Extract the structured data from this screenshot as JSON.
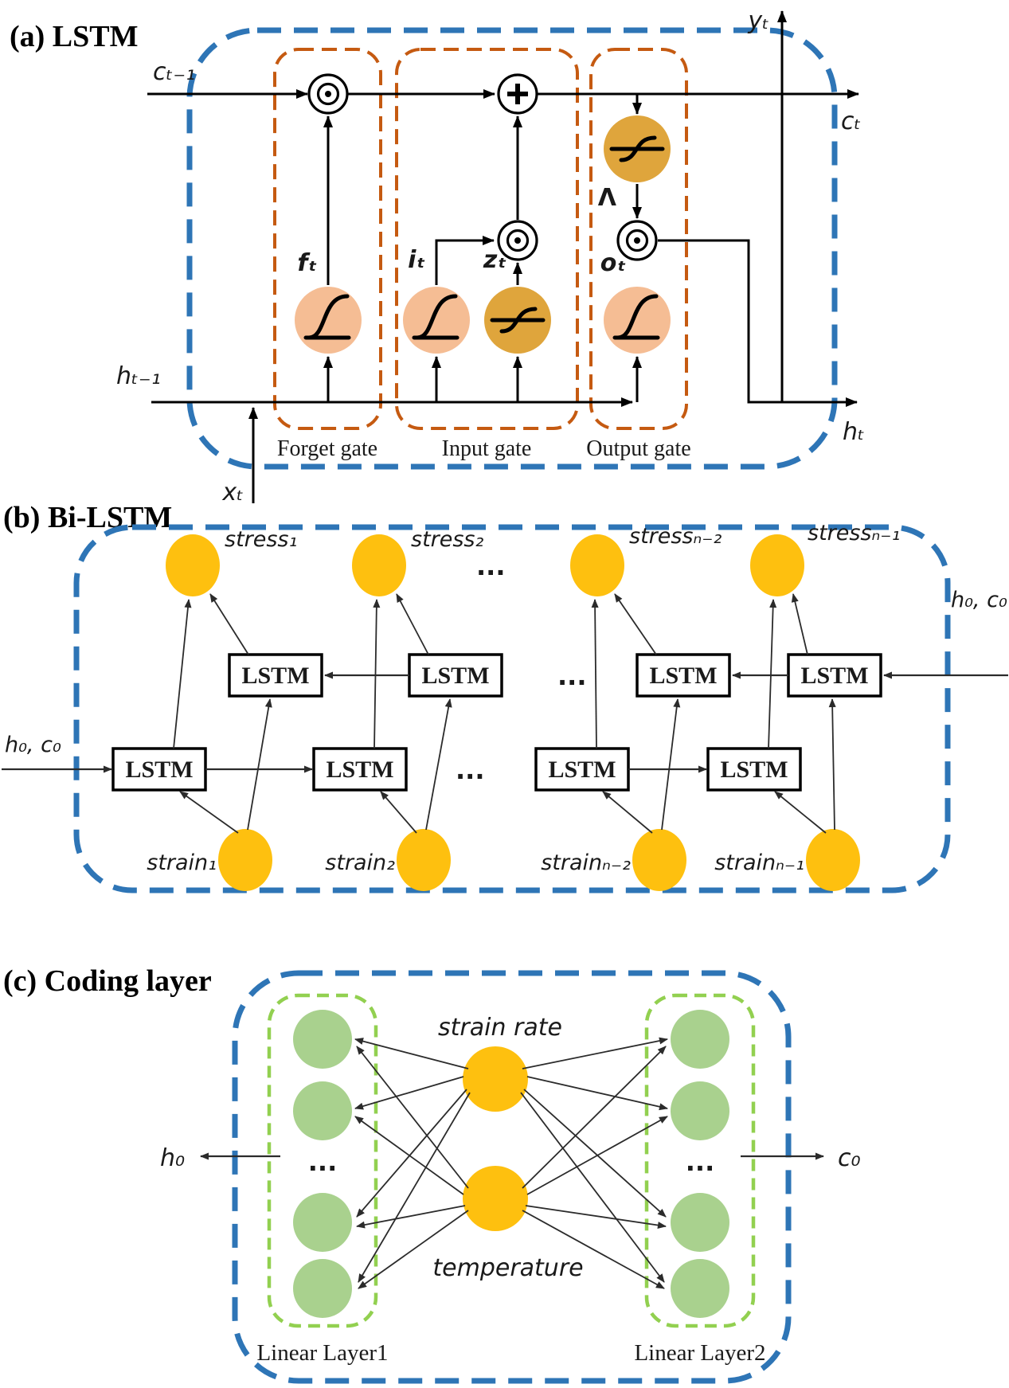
{
  "figure": {
    "type": "neural-network-architecture-diagram"
  },
  "panel_a": {
    "title": "(a) LSTM",
    "labels": {
      "c_prev": "cₜ₋₁",
      "c_t": "cₜ",
      "y_t": "yₜ",
      "h_prev": "hₜ₋₁",
      "h_t": "hₜ",
      "x_t": "xₜ",
      "f_t": "fₜ",
      "i_t": "iₜ",
      "z_t": "zₜ",
      "o_t": "oₜ",
      "lambda": "Λ",
      "forget_gate": "Forget gate",
      "input_gate": "Input gate",
      "output_gate": "Output gate"
    }
  },
  "panel_b": {
    "title": "(b) Bi-LSTM",
    "lstm_label": "LSTM",
    "stress_labels": [
      "stress₁",
      "stress₂",
      "stressₙ₋₂",
      "stressₙ₋₁"
    ],
    "strain_labels": [
      "strain₁",
      "strain₂",
      "strainₙ₋₂",
      "strainₙ₋₁"
    ],
    "h0c0_left": "h₀, c₀",
    "h0c0_right": "h₀, c₀",
    "ellipsis": "..."
  },
  "panel_c": {
    "title": "(c) Coding layer",
    "strain_rate_label": "strain rate",
    "temperature_label": "temperature",
    "h0_label": "h₀",
    "c0_label": "c₀",
    "linear_layer1": "Linear Layer1",
    "linear_layer2": "Linear Layer2",
    "ellipsis_left": "...",
    "ellipsis_right": "..."
  },
  "colors": {
    "blue": "#2E75B6",
    "orange": "#C55A11",
    "salmon": "#F5BD94",
    "gold": "#DFA53C",
    "amber": "#FEC00F",
    "green_fill": "#A9D18E",
    "green_dash": "#92D050",
    "thin_line": "#2b2b2b"
  }
}
